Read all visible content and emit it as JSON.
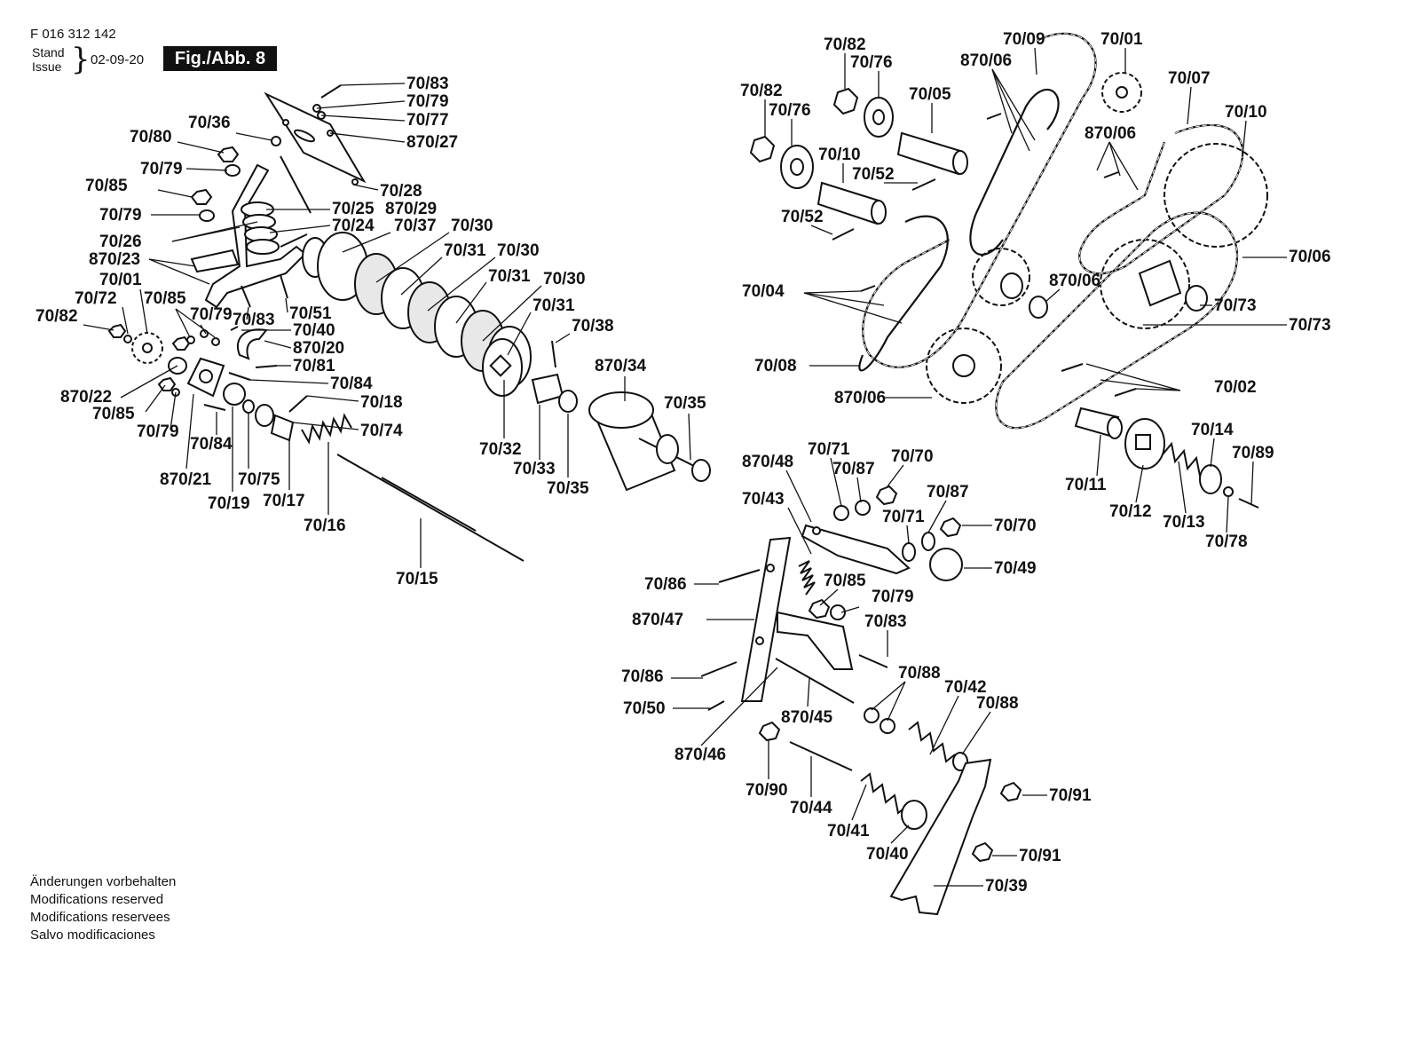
{
  "header": {
    "doc_number": "F 016 312 142",
    "stand_label": "Stand",
    "issue_label": "Issue",
    "date": "02-09-20",
    "figure": "Fig./Abb. 8"
  },
  "notes": [
    "Änderungen vorbehalten",
    "Modifications reserved",
    "Modifications reservees",
    "Salvo modificaciones"
  ],
  "callouts": [
    "70/83",
    "70/79",
    "70/77",
    "870/27",
    "70/36",
    "70/80",
    "70/79",
    "70/85",
    "70/79",
    "70/28",
    "70/25",
    "870/29",
    "70/24",
    "70/37",
    "70/30",
    "70/26",
    "870/23",
    "70/31",
    "70/30",
    "70/01",
    "70/72",
    "70/85",
    "70/79",
    "70/82",
    "70/51",
    "70/31",
    "70/30",
    "70/83",
    "70/40",
    "870/20",
    "70/31",
    "70/38",
    "70/81",
    "70/84",
    "870/34",
    "870/22",
    "70/18",
    "70/85",
    "70/74",
    "70/35",
    "70/79",
    "70/84",
    "70/32",
    "70/33",
    "870/21",
    "70/75",
    "70/35",
    "70/19",
    "70/17",
    "70/16",
    "70/15",
    "70/82",
    "70/76",
    "70/09",
    "70/01",
    "870/06",
    "70/07",
    "70/82",
    "70/76",
    "70/10",
    "70/05",
    "870/06",
    "70/10",
    "70/52",
    "70/52",
    "70/06",
    "870/06",
    "70/73",
    "70/73",
    "70/04",
    "70/08",
    "870/06",
    "70/02",
    "70/14",
    "70/89",
    "70/11",
    "70/12",
    "70/13",
    "70/78",
    "870/48",
    "70/71",
    "70/87",
    "70/70",
    "70/43",
    "70/87",
    "70/71",
    "70/70",
    "70/49",
    "70/86",
    "70/85",
    "70/79",
    "870/47",
    "70/83",
    "70/86",
    "70/88",
    "70/42",
    "70/50",
    "870/45",
    "70/88",
    "870/46",
    "70/90",
    "70/91",
    "70/44",
    "70/41",
    "70/40",
    "70/91",
    "70/39"
  ]
}
